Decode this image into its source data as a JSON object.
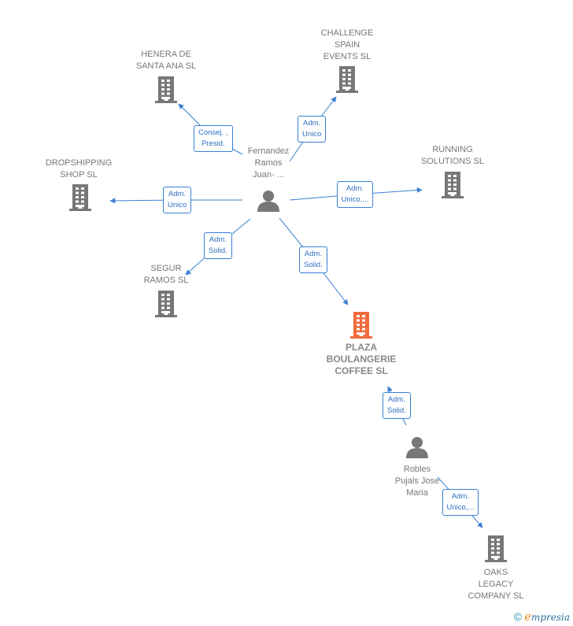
{
  "nodes": {
    "henera": {
      "label": "HENERA DE\nSANTA ANA  SL",
      "type": "company"
    },
    "challenge": {
      "label": "CHALLENGE\nSPAIN\nEVENTS  SL",
      "type": "company"
    },
    "dropshipping": {
      "label": "DROPSHIPPING\nSHOP  SL",
      "type": "company"
    },
    "running": {
      "label": "RUNNING\nSOLUTIONS SL",
      "type": "company"
    },
    "segur": {
      "label": "SEGUR\nRAMOS  SL",
      "type": "company"
    },
    "plaza": {
      "label": "PLAZA\nBOULANGERIE\nCOFFEE  SL",
      "type": "company-main"
    },
    "oaks": {
      "label": "OAKS\nLEGACY\nCOMPANY  SL",
      "type": "company"
    },
    "fernandez": {
      "label": "Fernandez\nRamos\nJuan- ...",
      "type": "person"
    },
    "robles": {
      "label": "Robles\nPujals Jose\nMaria",
      "type": "person"
    }
  },
  "edges": [
    {
      "from": "fernandez",
      "to": "henera",
      "label": "Consej. ,\nPresid."
    },
    {
      "from": "fernandez",
      "to": "challenge",
      "label": "Adm.\nUnico"
    },
    {
      "from": "fernandez",
      "to": "dropshipping",
      "label": "Adm.\nUnico"
    },
    {
      "from": "fernandez",
      "to": "running",
      "label": "Adm.\nUnico,..."
    },
    {
      "from": "fernandez",
      "to": "segur",
      "label": "Adm.\nSolid."
    },
    {
      "from": "fernandez",
      "to": "plaza",
      "label": "Adm.\nSolid."
    },
    {
      "from": "robles",
      "to": "plaza",
      "label": "Adm.\nSolid."
    },
    {
      "from": "robles",
      "to": "oaks",
      "label": "Adm.\nUnico,..."
    }
  ],
  "colors": {
    "edge": "#3b7fd4",
    "company_icon": "#777777",
    "main_company_icon": "#f26b3a",
    "person_icon": "#777777"
  },
  "footer": {
    "copyright_symbol": "©",
    "brand_initial": "e",
    "brand_rest": "mpresia"
  }
}
